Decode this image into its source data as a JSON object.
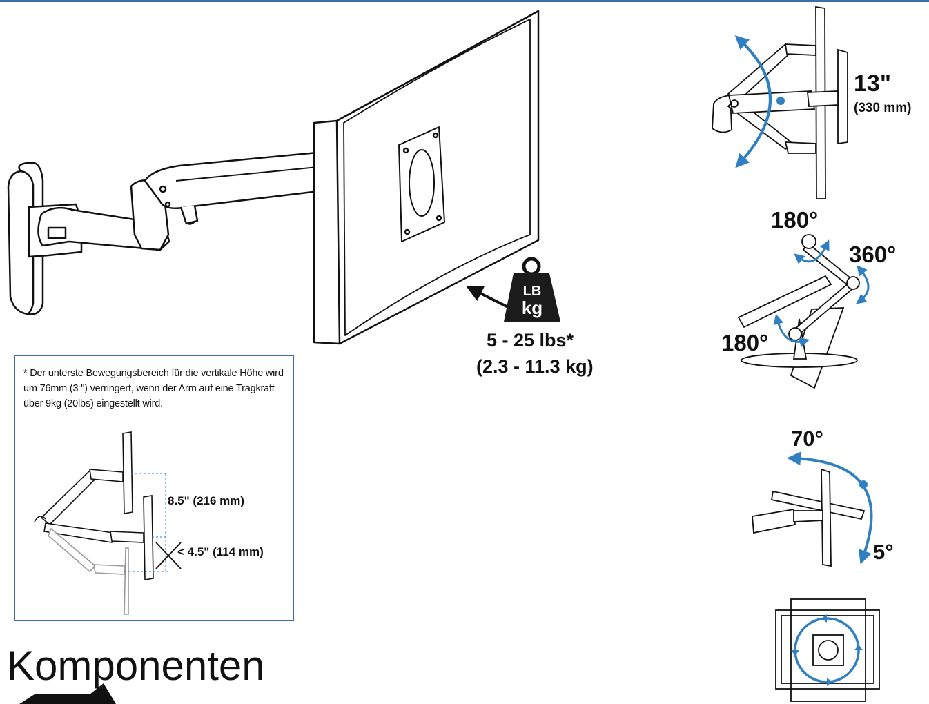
{
  "weight": {
    "range_imperial": "5 - 25 lbs*",
    "range_metric": "(2.3 - 11.3 kg)",
    "icon_top": "LB",
    "icon_bottom": "kg"
  },
  "tilt": {
    "travel_imperial": "13\"",
    "travel_metric": "(330 mm)"
  },
  "swivel": {
    "top_angle": "180°",
    "elbow_angle": "360°",
    "base_angle": "180°"
  },
  "pitch": {
    "back_angle": "70°",
    "forward_angle": "5°"
  },
  "note": {
    "text": "* Der unterste Bewegungsbereich für die vertikale Höhe wird um 76mm (3 \") verringert, wenn der Arm auf eine Tragkraft über 9kg (20lbs) eingestellt wird.",
    "range_upper": "8.5\" (216 mm)",
    "range_lower": "< 4.5\" (114 mm)"
  },
  "heading": "Komponenten",
  "colors": {
    "accent": "#2f7fc1",
    "frame": "#3b6fa8",
    "ink": "#111111"
  }
}
